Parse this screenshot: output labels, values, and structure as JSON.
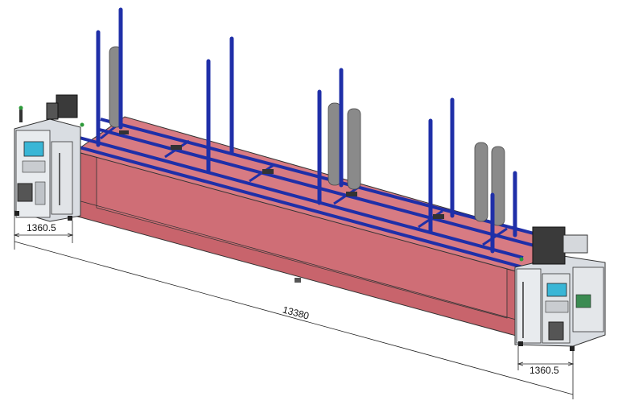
{
  "dimensions": {
    "left_module_width": "1360.5",
    "overall_length": "13380",
    "right_module_width": "1360.5"
  },
  "colors": {
    "oven_body": "#c8646c",
    "oven_top": "#d77b83",
    "rail_blue": "#1f2fa8",
    "cylinder_gray": "#8a8a8a",
    "machine_frame": "#d9dde2",
    "screen_cyan": "#39b6d6",
    "dimension_line": "#222222"
  }
}
